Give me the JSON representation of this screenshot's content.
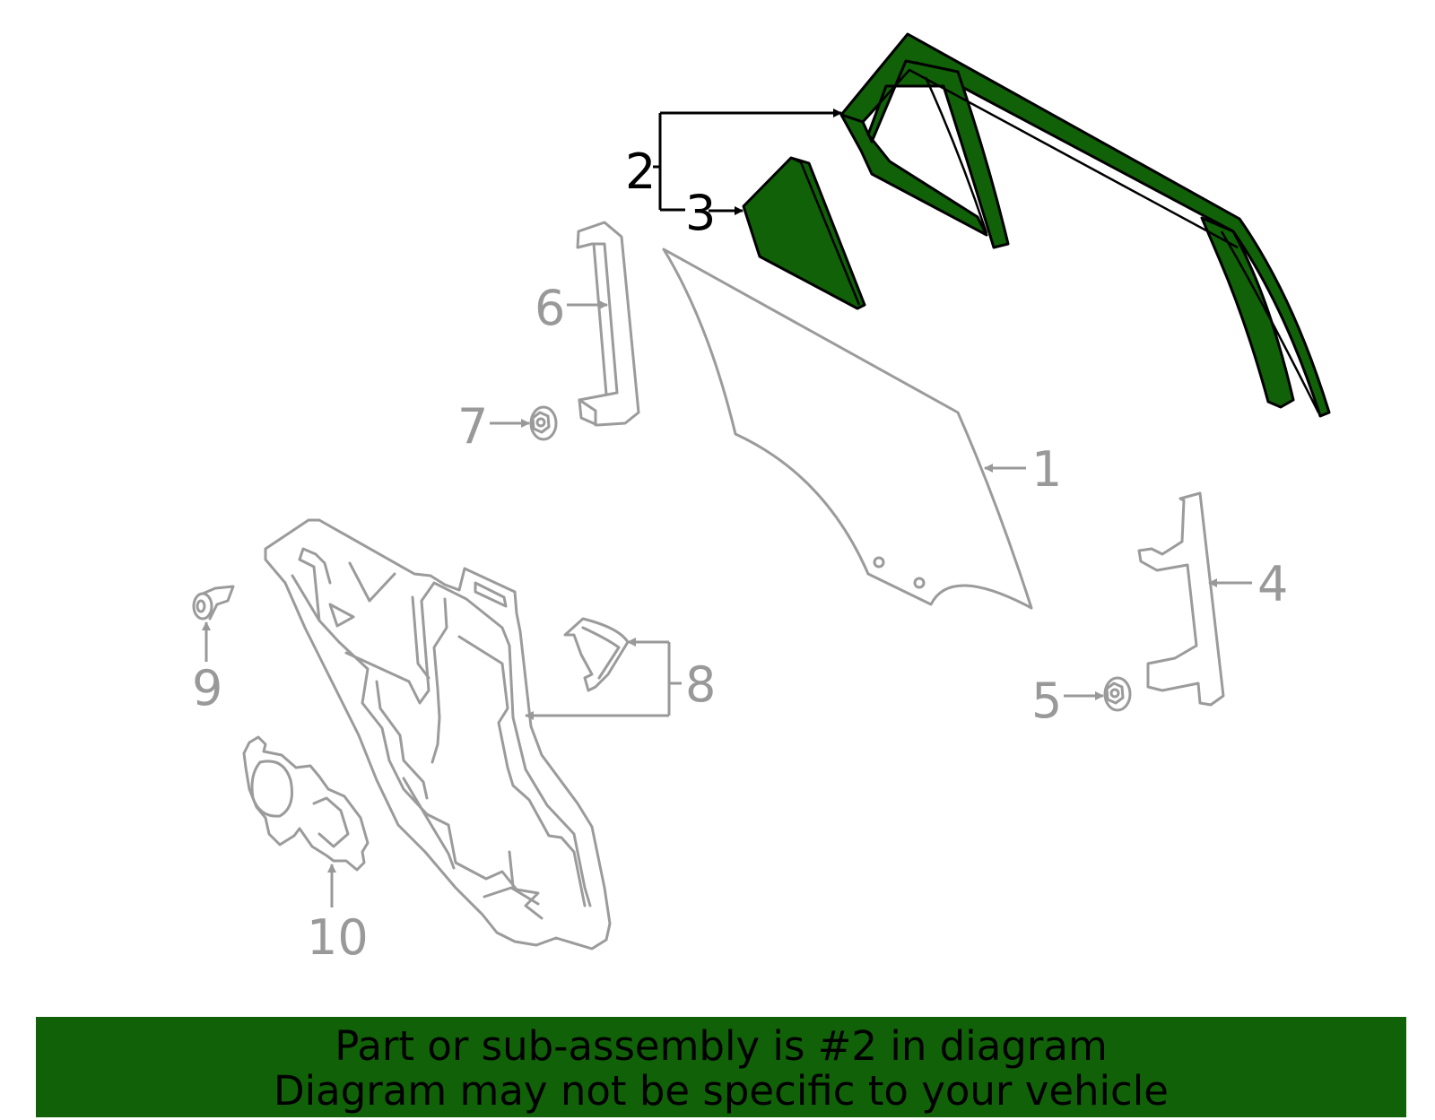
{
  "callouts": {
    "c1": "1",
    "c2": "2",
    "c3": "3",
    "c4": "4",
    "c5": "5",
    "c6": "6",
    "c7": "7",
    "c8": "8",
    "c9": "9",
    "c10": "10"
  },
  "footer": {
    "line1": "Part or sub-assembly is #2 in diagram",
    "line2": "Diagram may not be specific to your vehicle"
  },
  "colors": {
    "highlight": "#116108",
    "part_outline": "#9b9b9b",
    "callout_grey": "#999999",
    "callout_black": "#000000"
  }
}
